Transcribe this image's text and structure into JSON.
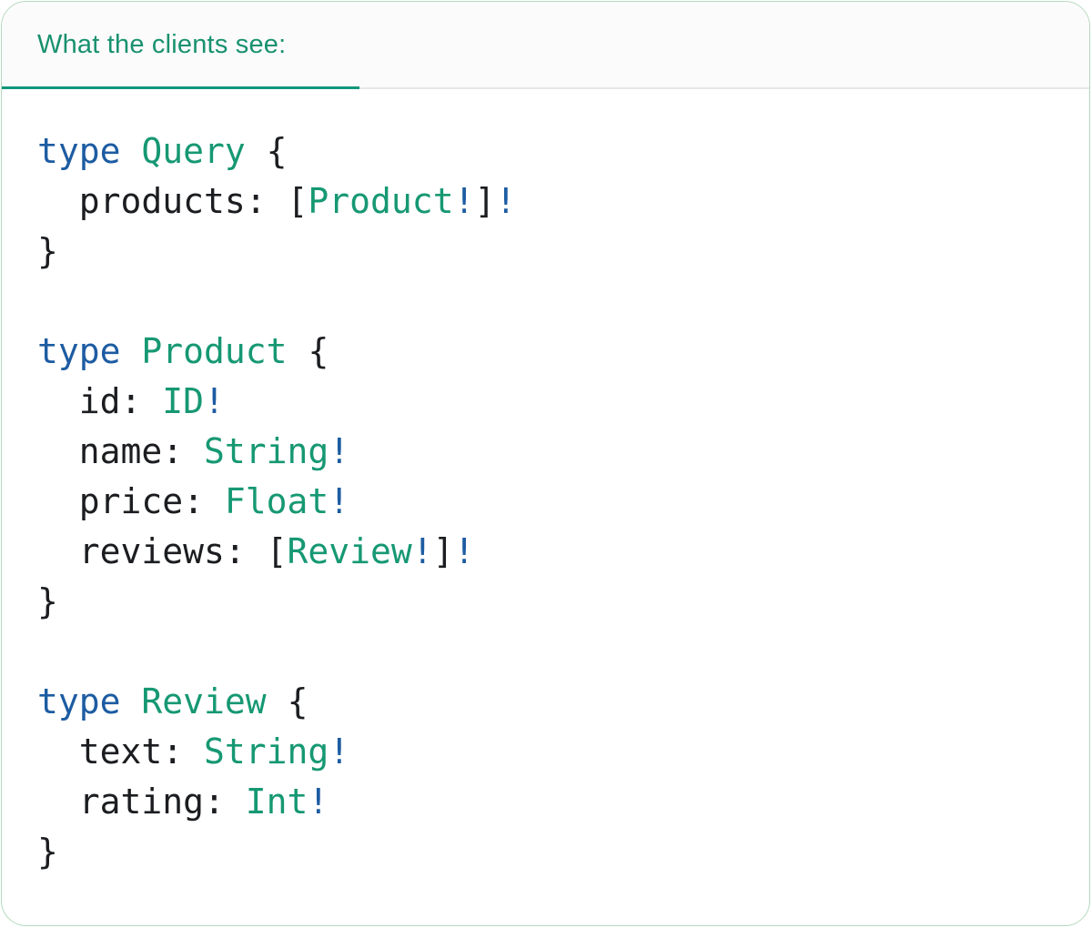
{
  "colors": {
    "keyword_blue": "#1d5ca2",
    "type_teal": "#169873",
    "code_text": "#1b1d20",
    "tab_text": "#18916f",
    "tab_underline": "#12967a",
    "header_bg": "#fbfbfb",
    "header_border": "#e6e6e6",
    "card_border": "#b4d9bc"
  },
  "tab_bar": {
    "tabs": [
      {
        "label": "What the clients see:",
        "active": true
      }
    ]
  },
  "code": {
    "lines": [
      [
        {
          "text": "type",
          "style": "keyword"
        },
        {
          "text": " ",
          "style": "plain"
        },
        {
          "text": "Query",
          "style": "type"
        },
        {
          "text": " {",
          "style": "plain"
        }
      ],
      [
        {
          "text": "  products: [",
          "style": "plain"
        },
        {
          "text": "Product",
          "style": "type"
        },
        {
          "text": "!",
          "style": "bang"
        },
        {
          "text": "]",
          "style": "plain"
        },
        {
          "text": "!",
          "style": "bang"
        }
      ],
      [
        {
          "text": "}",
          "style": "plain"
        }
      ],
      [],
      [
        {
          "text": "type",
          "style": "keyword"
        },
        {
          "text": " ",
          "style": "plain"
        },
        {
          "text": "Product",
          "style": "type"
        },
        {
          "text": " {",
          "style": "plain"
        }
      ],
      [
        {
          "text": "  id: ",
          "style": "plain"
        },
        {
          "text": "ID",
          "style": "type"
        },
        {
          "text": "!",
          "style": "bang"
        }
      ],
      [
        {
          "text": "  name: ",
          "style": "plain"
        },
        {
          "text": "String",
          "style": "type"
        },
        {
          "text": "!",
          "style": "bang"
        }
      ],
      [
        {
          "text": "  price: ",
          "style": "plain"
        },
        {
          "text": "Float",
          "style": "type"
        },
        {
          "text": "!",
          "style": "bang"
        }
      ],
      [
        {
          "text": "  reviews: [",
          "style": "plain"
        },
        {
          "text": "Review",
          "style": "type"
        },
        {
          "text": "!",
          "style": "bang"
        },
        {
          "text": "]",
          "style": "plain"
        },
        {
          "text": "!",
          "style": "bang"
        }
      ],
      [
        {
          "text": "}",
          "style": "plain"
        }
      ],
      [],
      [
        {
          "text": "type",
          "style": "keyword"
        },
        {
          "text": " ",
          "style": "plain"
        },
        {
          "text": "Review",
          "style": "type"
        },
        {
          "text": " {",
          "style": "plain"
        }
      ],
      [
        {
          "text": "  text: ",
          "style": "plain"
        },
        {
          "text": "String",
          "style": "type"
        },
        {
          "text": "!",
          "style": "bang"
        }
      ],
      [
        {
          "text": "  rating: ",
          "style": "plain"
        },
        {
          "text": "Int",
          "style": "type"
        },
        {
          "text": "!",
          "style": "bang"
        }
      ],
      [
        {
          "text": "}",
          "style": "plain"
        }
      ]
    ]
  }
}
